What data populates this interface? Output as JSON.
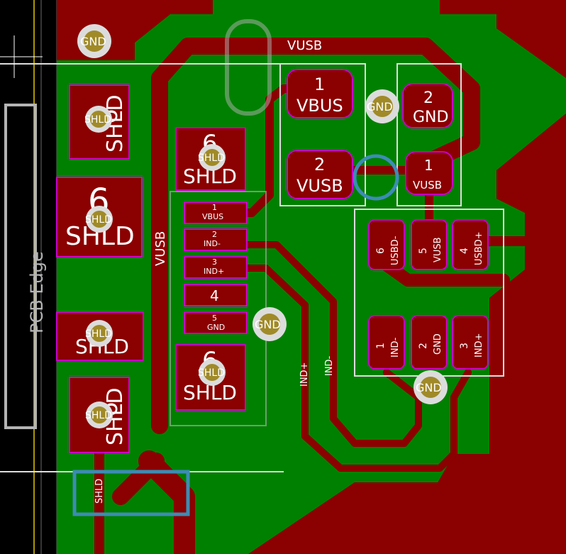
{
  "colors": {
    "background": "#000000",
    "copper_fill": "#008000",
    "copper_trace": "#8b0000",
    "pad_fill": "#8b0000",
    "pad_outline": "#c800c8",
    "via_outer": "#dcdcdc",
    "via_inner": "#a08a28",
    "silkscreen_blue": "#3c8cb4",
    "silkscreen_gray": "#b4b4b4",
    "edge_yellow": "#e6c800"
  },
  "edge": {
    "label": "PCB Edge"
  },
  "nets": {
    "vusb_top": "VUSB",
    "vusb_left": "VUSB",
    "ind_plus": "IND+",
    "ind_minus": "IND-",
    "shld": "SHLD"
  },
  "vias": {
    "gnd_label": "GND",
    "shld_label": "SHLD"
  },
  "connector_pads": {
    "shld_num": "6",
    "shld_name": "SHLD",
    "pins": [
      {
        "num": "1",
        "name": "VBUS"
      },
      {
        "num": "2",
        "name": "IND-"
      },
      {
        "num": "3",
        "name": "IND+"
      },
      {
        "num": "4",
        "name": ""
      },
      {
        "num": "5",
        "name": "GND"
      }
    ]
  },
  "top_pads": [
    {
      "num": "1",
      "name": "VBUS"
    },
    {
      "num": "2",
      "name": "GND"
    },
    {
      "num": "2",
      "name": "VUSB"
    },
    {
      "num": "1",
      "name": "VUSB"
    }
  ],
  "ic_pads": [
    {
      "num": "6",
      "name": "USBD-"
    },
    {
      "num": "5",
      "name": "VUSB"
    },
    {
      "num": "4",
      "name": "USBD+"
    },
    {
      "num": "1",
      "name": "IND-"
    },
    {
      "num": "2",
      "name": "GND"
    },
    {
      "num": "3",
      "name": "IND+"
    }
  ]
}
